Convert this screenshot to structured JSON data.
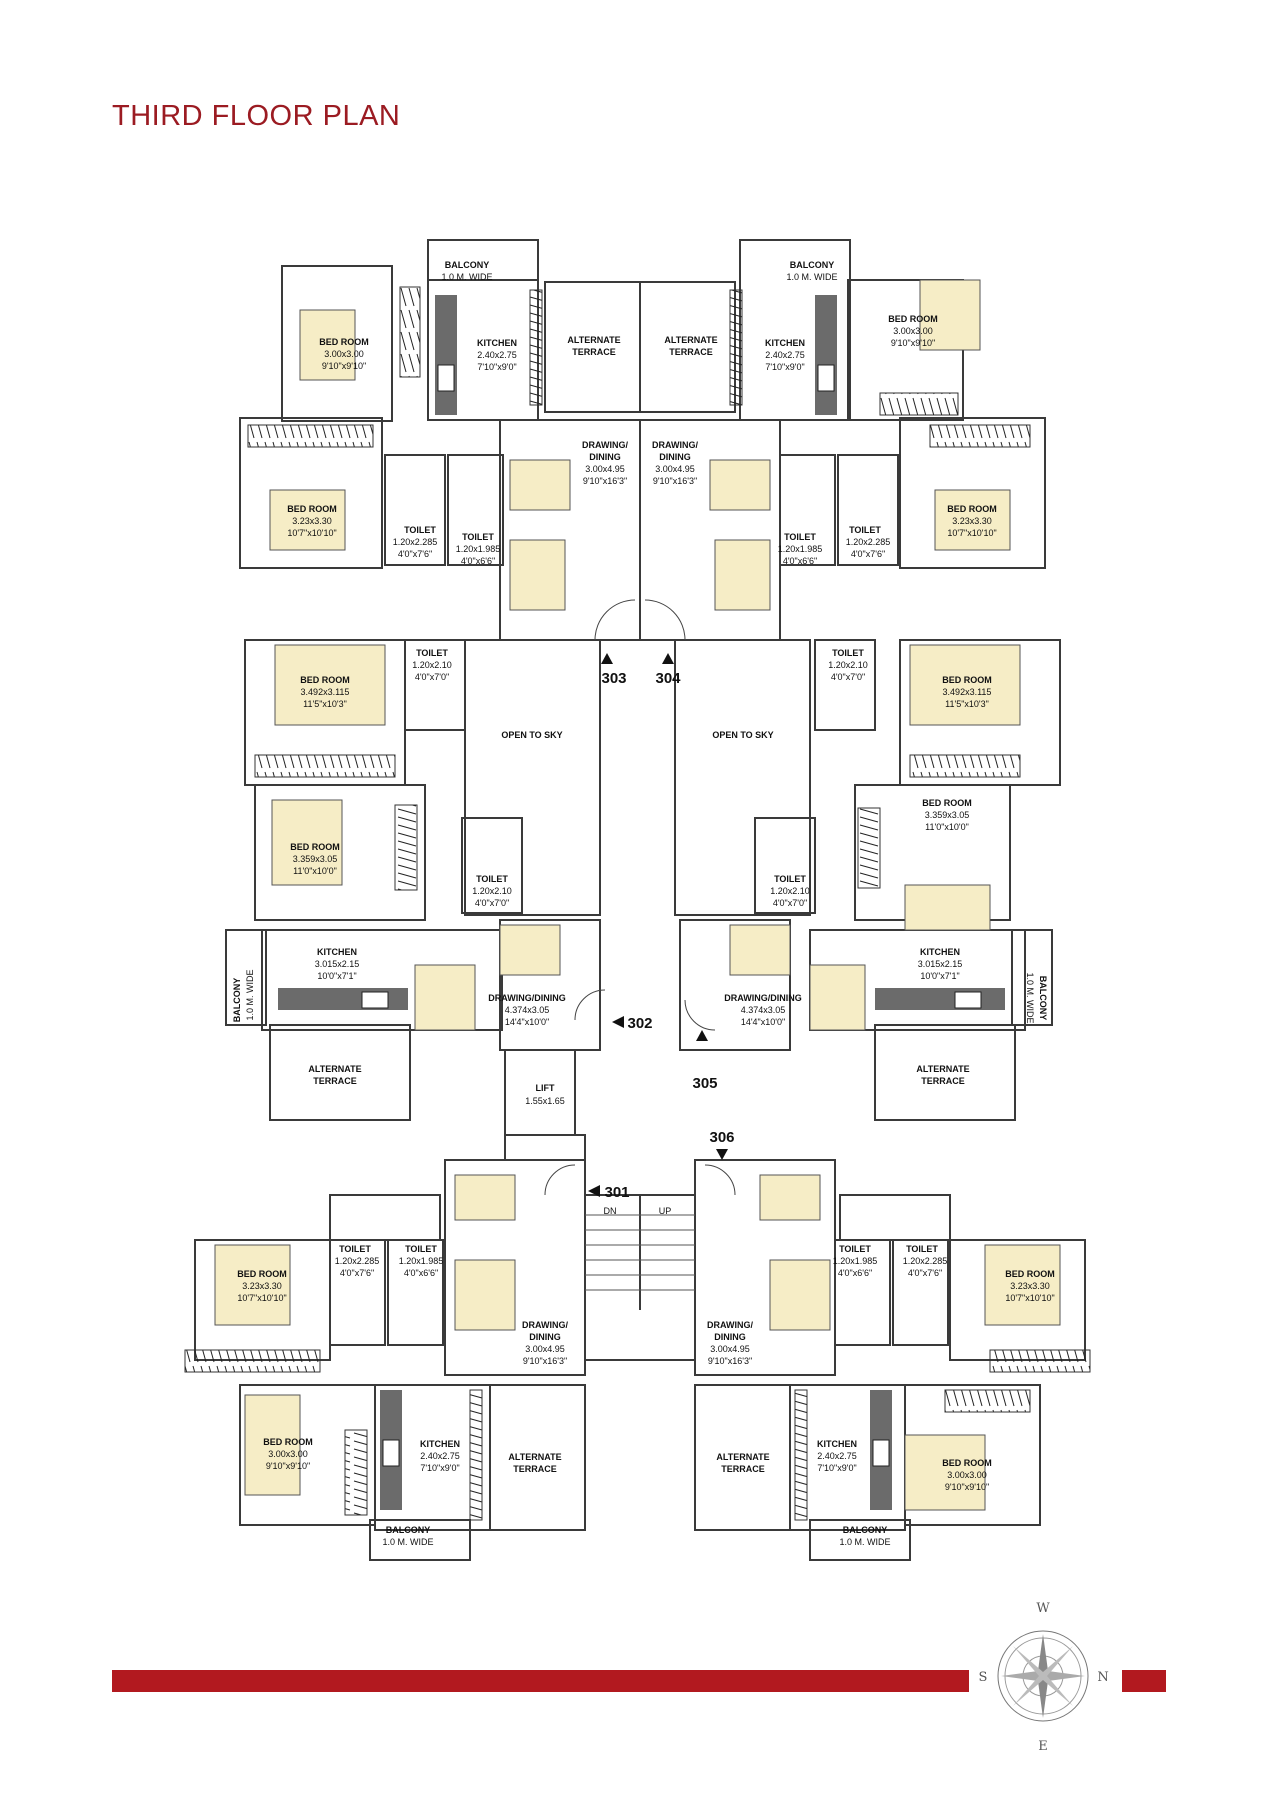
{
  "title": "THIRD FLOOR PLAN",
  "units": {
    "u301": "301",
    "u302": "302",
    "u303": "303",
    "u304": "304",
    "u305": "305",
    "u306": "306"
  },
  "rooms": {
    "balcony": "BALCONY",
    "balcony_wide": "1.0 M. WIDE",
    "kitchen": "KITCHEN",
    "kitchen_size_a": "2.40x2.75",
    "kitchen_ft_a": "7'10\"x9'0\"",
    "kitchen_size_b": "3.015x2.15",
    "kitchen_ft_b": "10'0\"x7'1\"",
    "alt_terrace_1": "ALTERNATE",
    "alt_terrace_2": "TERRACE",
    "bed_room": "BED ROOM",
    "bed_300_size": "3.00x3.00",
    "bed_300_ft": "9'10\"x9'10\"",
    "bed_323_size": "3.23x3.30",
    "bed_323_ft": "10'7\"x10'10\"",
    "bed_3492_size": "3.492x3.115",
    "bed_3492_ft": "11'5\"x10'3\"",
    "bed_3359_size": "3.359x3.05",
    "bed_3359_ft": "11'0\"x10'0\"",
    "toilet": "TOILET",
    "toilet_a_size": "1.20x2.285",
    "toilet_a_ft": "4'0\"x7'6\"",
    "toilet_b_size": "1.20x1.985",
    "toilet_b_ft": "4'0\"x6'6\"",
    "toilet_c_size": "1.20x2.10",
    "toilet_c_ft": "4'0\"x7'0\"",
    "drawing_1": "DRAWING/",
    "drawing_2": "DINING",
    "drawing_combined": "DRAWING/DINING",
    "drawing_a_size": "3.00x4.95",
    "drawing_a_ft": "9'10\"x16'3\"",
    "drawing_b_size": "4.374x3.05",
    "drawing_b_ft": "14'4\"x10'0\"",
    "open_to_sky": "OPEN TO SKY",
    "lift": "LIFT",
    "lift_size": "1.55x1.65",
    "stair_dn": "DN",
    "stair_up": "UP"
  },
  "compass": {
    "n": "N",
    "s": "S",
    "e": "E",
    "w": "W"
  },
  "colors": {
    "accent": "#b2191f",
    "bed_fill": "#f6edc6",
    "wall": "#3a3a3a",
    "counter": "#6b6b6b"
  }
}
